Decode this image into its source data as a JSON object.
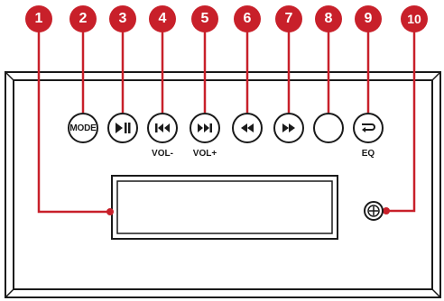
{
  "colors": {
    "callout": "#c8202a",
    "frame": "#1a1a1a",
    "leader": "#c8202a"
  },
  "callouts": [
    "1",
    "2",
    "3",
    "4",
    "5",
    "6",
    "7",
    "8",
    "9",
    "10"
  ],
  "buttons": {
    "mode_label": "MODE",
    "play_pause_icon": "play-pause-icon",
    "previous_icon": "skip-previous-icon",
    "next_icon": "skip-next-icon",
    "rewind_icon": "rewind-icon",
    "fast_forward_icon": "fast-forward-icon",
    "blank_icon": "",
    "eq_icon": "repeat-eq-icon"
  },
  "sub_labels": {
    "vol_minus": "VOL-",
    "vol_plus": "VOL+",
    "eq": "EQ"
  }
}
